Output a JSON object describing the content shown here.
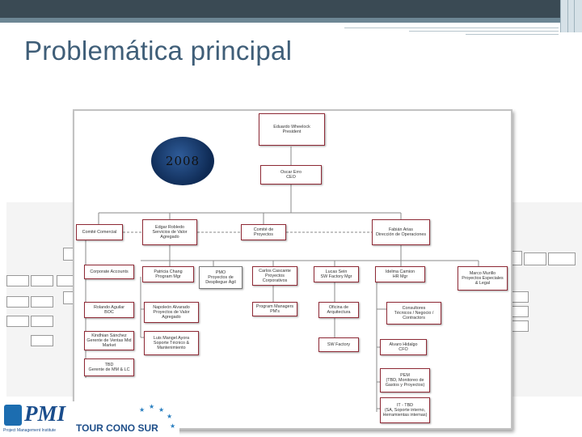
{
  "slide": {
    "title": "Problemática principal"
  },
  "org_chart": {
    "year_badge": "2008",
    "nodes": [
      {
        "id": "president",
        "title": "Eduardo Wheelock",
        "role": "President"
      },
      {
        "id": "ceo",
        "title": "Oscar Erro",
        "role": "CEO"
      },
      {
        "id": "comite-comercial",
        "title": "Comité Comercial",
        "role": ""
      },
      {
        "id": "edgar",
        "title": "Edgar Robledo",
        "role": "Servicios de Valor Agregado"
      },
      {
        "id": "comite-proyectos",
        "title": "Comité de Proyectos",
        "role": ""
      },
      {
        "id": "fabian",
        "title": "Fabián Arias",
        "role": "Dirección de Operaciones"
      },
      {
        "id": "corporate-accounts",
        "title": "Corporate Accounts",
        "role": ""
      },
      {
        "id": "patricia",
        "title": "Patricia Chang",
        "role": "Program Mgr"
      },
      {
        "id": "pmo",
        "title": "PMO",
        "role": "Proyectos de Despliegue Ágil"
      },
      {
        "id": "carlos",
        "title": "Carlos Cascante",
        "role": "Proyectos Corporativos"
      },
      {
        "id": "lucas",
        "title": "Lucas Sein",
        "role": "SW Factory Mgr"
      },
      {
        "id": "idelma",
        "title": "Idelma Camion",
        "role": "HR Mgr"
      },
      {
        "id": "marco",
        "title": "Marco Murillo",
        "role": "Proyectos Especiales & Legal"
      },
      {
        "id": "rolando",
        "title": "Rolando Aguilar",
        "role": "BOC"
      },
      {
        "id": "napoleon",
        "title": "Napoleón Alvarado",
        "role": "Proyectos de Valor Agregado"
      },
      {
        "id": "program-managers",
        "title": "Program Managers",
        "role": "PM's"
      },
      {
        "id": "oficina",
        "title": "Oficina de",
        "role": "Arquitectura"
      },
      {
        "id": "consultores",
        "title": "Consultores",
        "role": "Técnicos / Negocio / Contractors"
      },
      {
        "id": "kindhian",
        "title": "Kindhian Sánchez",
        "role": "Gerente de Ventas Mid Market"
      },
      {
        "id": "luis",
        "title": "Luis Mangel Ayora",
        "role": "Soporte Técnico & Mantenimiento"
      },
      {
        "id": "swfactory",
        "title": "SW Factory",
        "role": ""
      },
      {
        "id": "alvaro",
        "title": "Alvaro Hidalgo",
        "role": "CFO"
      },
      {
        "id": "tbd1",
        "title": "TBD",
        "role": "Gerente de MM & LC"
      },
      {
        "id": "pem",
        "title": "PEM",
        "role": "(TBD, Monitoreo de Gastos y Proyectos)"
      },
      {
        "id": "it-tbd",
        "title": "IT - TBD",
        "role": "(SA, Soporte interno, Herramientas internas)"
      }
    ]
  },
  "logo": {
    "brand": "PMI",
    "subtitle": "Project Management Institute",
    "tour": "TOUR CONO SUR"
  },
  "colors": {
    "title": "#3f5e78",
    "header_bar": "#3a4a54",
    "box_border": "#8f2a36",
    "badge": "#1b3d6e"
  }
}
